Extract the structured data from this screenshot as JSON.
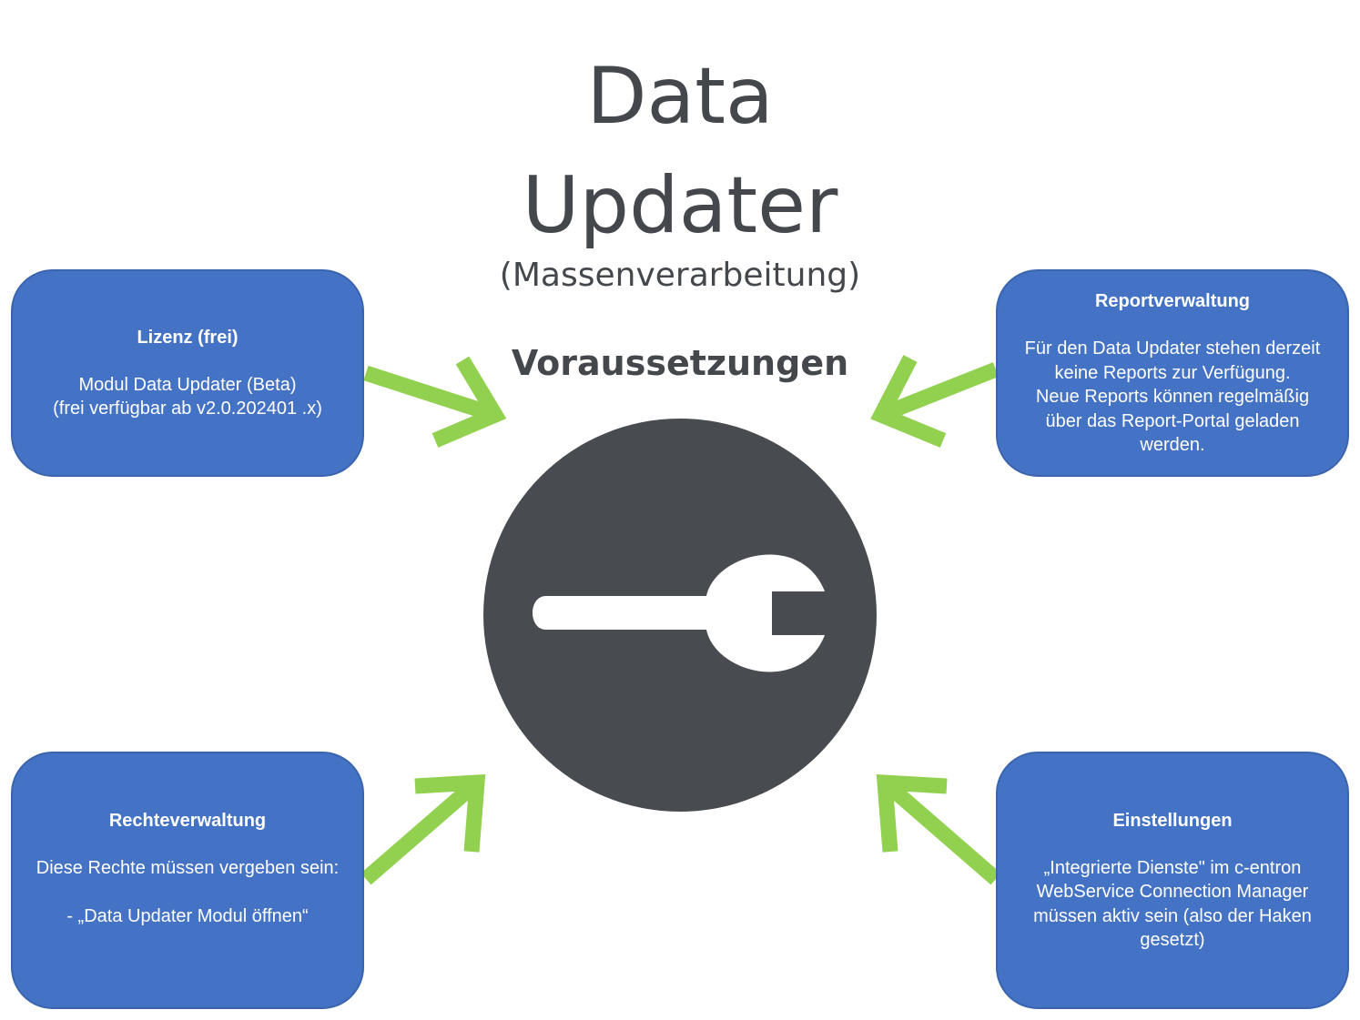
{
  "title": {
    "line1": "Data",
    "line2": "Updater",
    "subtitle": "(Massenverarbeitung)"
  },
  "heading": "Voraussetzungen",
  "center_icon": "wrench-icon",
  "colors": {
    "box_fill": "#4472c4",
    "arrow": "#92d050",
    "circle": "#484c50",
    "title_text": "#44484c"
  },
  "boxes": {
    "lizenz": {
      "title": "Lizenz (frei)",
      "lines": [
        "Modul Data Updater (Beta)",
        "(frei verfügbar ab v2.0.202401 .x)"
      ]
    },
    "report": {
      "title": "Reportverwaltung",
      "lines": [
        "Für den Data Updater stehen derzeit",
        "keine Reports zur Verfügung.",
        "Neue Reports können regelmäßig",
        "über das Report-Portal geladen",
        "werden."
      ]
    },
    "rechte": {
      "title": "Rechteverwaltung",
      "lines": [
        "Diese Rechte müssen vergeben sein:",
        "",
        "- „Data Updater Modul öffnen“"
      ]
    },
    "einstellungen": {
      "title": "Einstellungen",
      "lines": [
        "„Integrierte Dienste\" im c-entron",
        "WebService Connection Manager",
        "müssen aktiv sein (also der Haken",
        "gesetzt)"
      ]
    }
  }
}
